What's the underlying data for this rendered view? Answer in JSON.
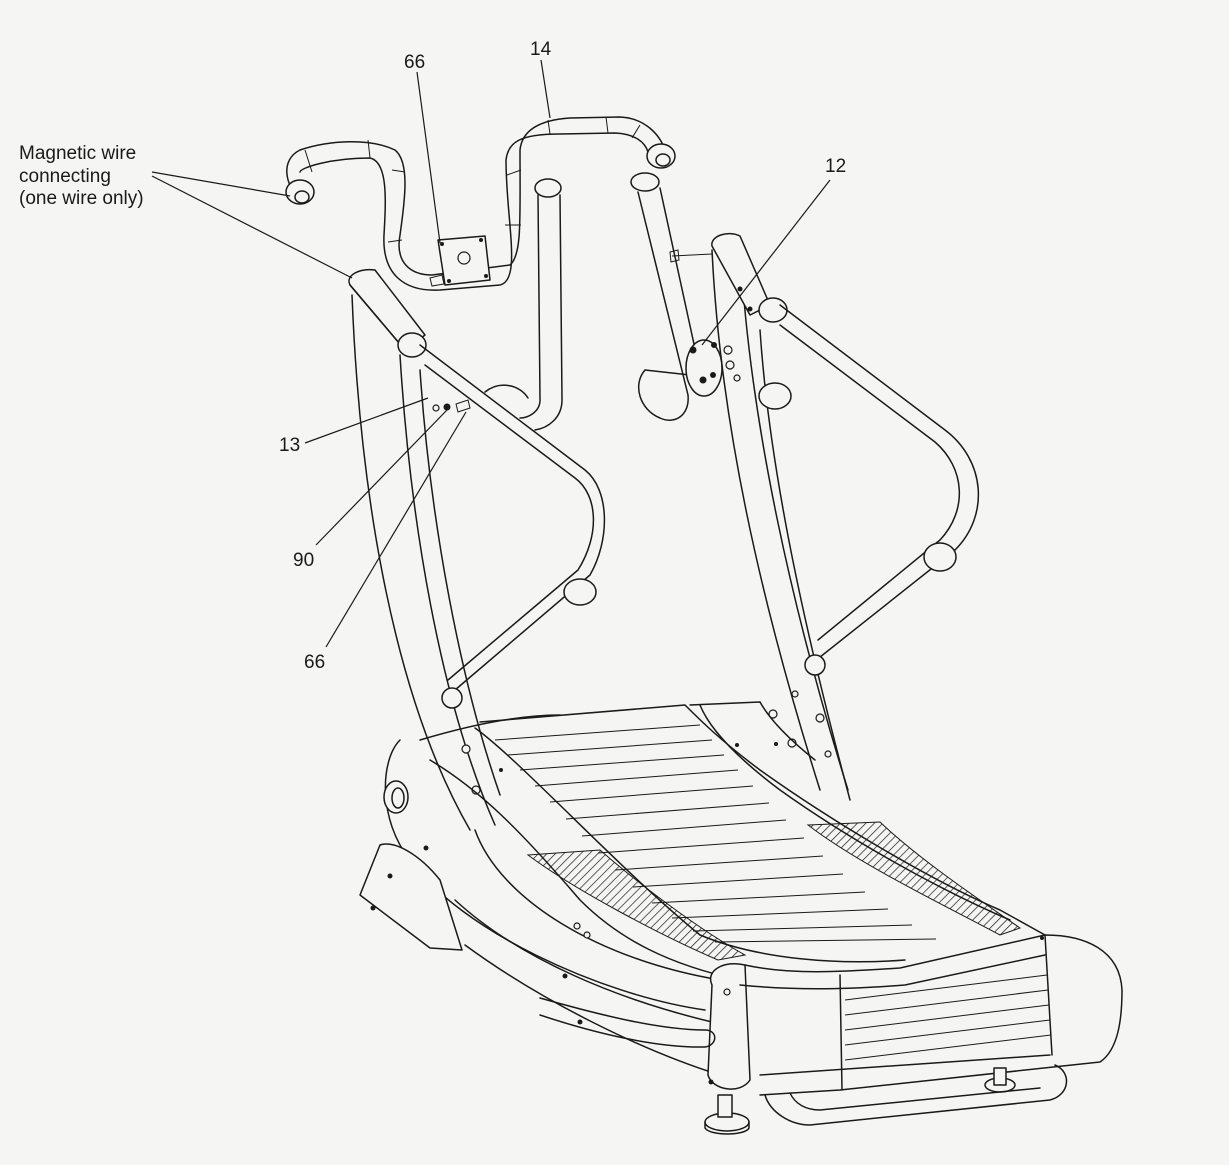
{
  "callouts": {
    "magnetic_wire": [
      "Magnetic wire",
      "connecting",
      "(one wire only)"
    ],
    "part_66_top": "66",
    "part_14": "14",
    "part_12": "12",
    "part_13": "13",
    "part_90": "90",
    "part_66_bottom": "66"
  },
  "colors": {
    "background": "#f5f5f3",
    "line": "#1a1a1a"
  }
}
